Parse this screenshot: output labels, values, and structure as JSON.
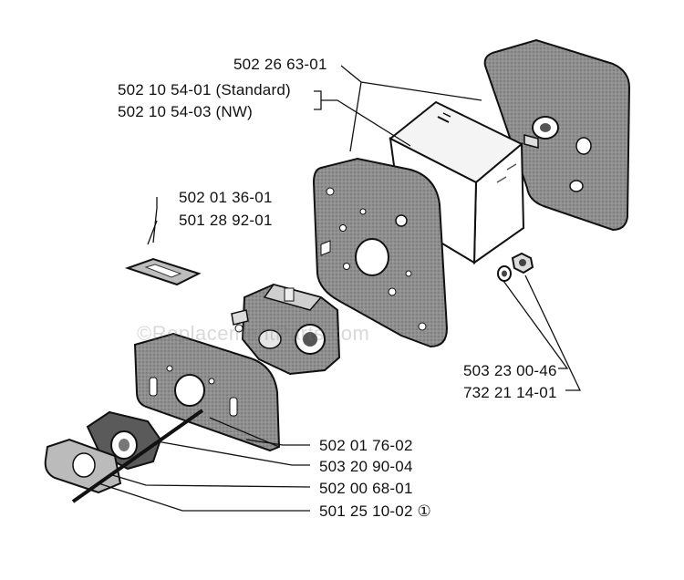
{
  "watermark": "©ReplacementParts.com",
  "labels": {
    "air_filter_cover": "502 26 63-01",
    "air_filter_standard": "502 10 54-01 (Standard)",
    "air_filter_nw": "502 10 54-03 (NW)",
    "screen_part_a": "502 01 36-01",
    "screen_part_b": "501 28 92-01",
    "washer": "503 23 00-46",
    "nut": "732 21 14-01",
    "heat_shield": "502 01 76-02",
    "screw": "503 20 90-04",
    "gasket": "502 00 68-01",
    "stud": "501 25 10-02 ①"
  },
  "colors": {
    "ink": "#111111",
    "part_fill": "#8a8a8a",
    "background": "#ffffff"
  }
}
